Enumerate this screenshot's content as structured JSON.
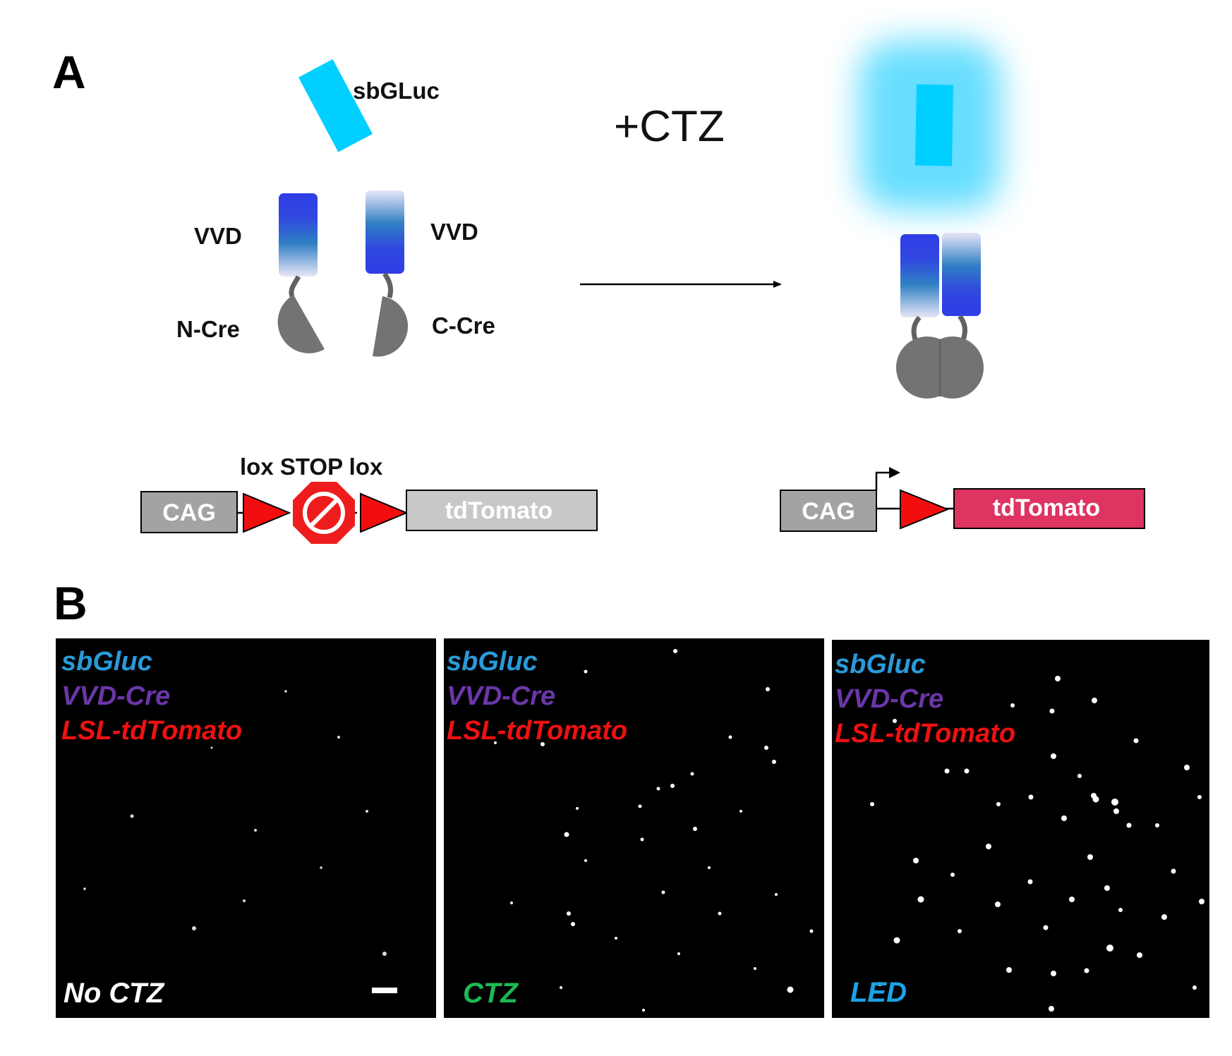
{
  "panel_a": {
    "label": "A",
    "sbgluc_label": "sbGLuc",
    "ctz_label": "+CTZ",
    "vvd_left_label": "VVD",
    "vvd_right_label": "VVD",
    "ncre_label": "N-Cre",
    "ccre_label": "C-Cre",
    "lox_stop_label": "lox STOP lox",
    "cag_left_label": "CAG",
    "tdtomato_left_label": "tdTomato",
    "cag_right_label": "CAG",
    "tdtomato_right_label": "tdTomato"
  },
  "panel_b": {
    "label": "B",
    "panels": [
      {
        "gene_lines": [
          "sbGluc",
          "VVD-Cre",
          "LSL-tdTomato"
        ],
        "condition": "No CTZ",
        "condition_color": "#ffffff"
      },
      {
        "gene_lines": [
          "sbGluc",
          "VVD-Cre",
          "LSL-tdTomato"
        ],
        "condition": "CTZ",
        "condition_color": "#1db954"
      },
      {
        "gene_lines": [
          "sbGluc",
          "VVD-Cre",
          "LSL-tdTomato"
        ],
        "condition": "LED",
        "condition_color": "#1aa3e8"
      }
    ]
  },
  "colors": {
    "luciferase": "#00cfff",
    "vvd_dark": "#2f3de6",
    "vvd_mid": "#2f7fc4",
    "vvd_light": "#e8e6f8",
    "cre": "#747272",
    "lox_triangle": "#f20e0e",
    "stop_sign": "#ee1c1c",
    "promoter_box": "#a3a3a3",
    "td_inactive": "#c8c8c8",
    "td_active": "#dd3461",
    "sbgluc_text": "#2a9ad8",
    "vvdcre_text": "#6b36a8",
    "lsl_text": "#ee1111"
  }
}
